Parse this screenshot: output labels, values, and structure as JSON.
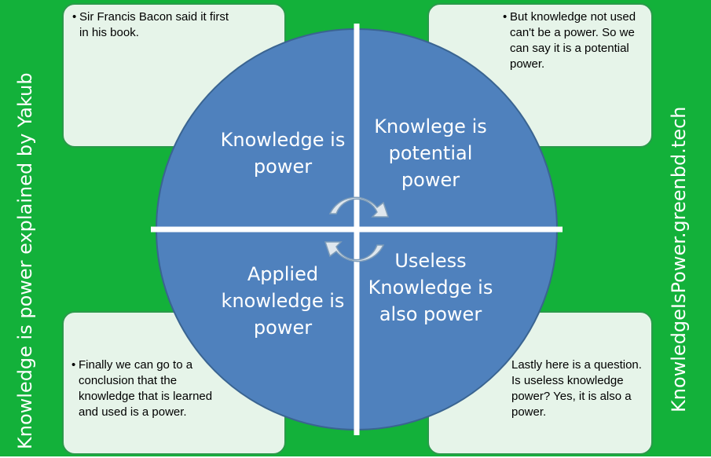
{
  "side_text": {
    "left": "Knowledge is power explained by Yakub",
    "right": "KnowledgeIsPower.greenbd.tech"
  },
  "notes": [
    {
      "bullet": "•",
      "text": "Sir Francis Bacon said it first in his book."
    },
    {
      "bullet": "•",
      "text": "But knowledge not used can't be a power. So we can say it is a potential power."
    },
    {
      "bullet": "•",
      "text": "Finally we can go to a conclusion that the knowledge that is learned and used is a power."
    },
    {
      "bullet": "",
      "text": "Lastly here is a question. Is useless knowledge power? Yes, it is also a power."
    }
  ],
  "quadrants": [
    {
      "label": "Knowledge is power"
    },
    {
      "label": "Knowlege is potential power"
    },
    {
      "label": "Applied knowledge is power"
    },
    {
      "label": "Useless Knowledge is also power"
    }
  ],
  "colors": {
    "background": "#13b13a",
    "card_fill": "#e6f4e9",
    "card_border": "#2a9a4a",
    "quadrant_fill": "#4f81bd",
    "quadrant_border": "#3a6491",
    "arrow_fill": "#dfe7ee"
  },
  "icons": {
    "cycle": "circular-arrows-icon"
  }
}
